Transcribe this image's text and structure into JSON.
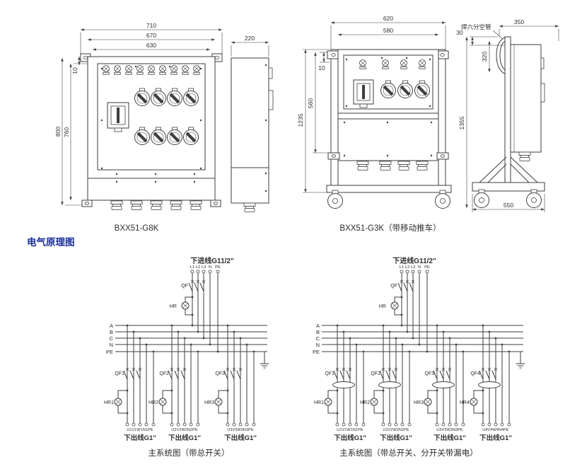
{
  "section_title": "电气原理图",
  "g8k": {
    "label": "BXX51-G8K",
    "dim_710": "710",
    "dim_670": "670",
    "dim_630": "630",
    "dim_800": "800",
    "dim_760": "760",
    "dim_10": "10",
    "dim_220": "220"
  },
  "g3k": {
    "label": "BXX51-G3K（带移动推车）",
    "note": "焊六分空管",
    "dim_620": "620",
    "dim_580": "580",
    "dim_10": "10",
    "dim_560": "560",
    "dim_1235": "1235",
    "dim_30": "30",
    "dim_350": "350",
    "dim_320": "320",
    "dim_1355": "1355",
    "dim_550": "550"
  },
  "sch_left": {
    "inlet": "下进线G11/2\"",
    "t1": "L1",
    "t2": "L2",
    "t3": "L3",
    "t4": "N",
    "t5": "PE",
    "qf": "QF",
    "hr": "HR",
    "bus_a": "A",
    "bus_b": "B",
    "bus_c": "C",
    "bus_n": "N",
    "bus_pe": "PE",
    "branches": [
      {
        "qf": "QF1",
        "hr": "HR1",
        "terms": "U1V1W1N1PE",
        "outlet": "下出线G1″"
      },
      {
        "qf": "QF2",
        "hr": "HR2",
        "terms": "U2V2W2N2PE",
        "outlet": "下出线G1″"
      },
      {
        "qf": "QF3",
        "hr": "HR3",
        "terms": "U3V3W3N3PE",
        "outlet": "下出线G1″"
      }
    ],
    "caption": "主系统图（带总开关）"
  },
  "sch_right": {
    "inlet": "下进线G11/2\"",
    "t1": "L1",
    "t2": "L2",
    "t3": "L3",
    "t4": "N",
    "t5": "PE",
    "qf": "QF",
    "hr": "HR",
    "bus_a": "A",
    "bus_b": "B",
    "bus_c": "C",
    "bus_n": "N",
    "bus_pe": "PE",
    "branches": [
      {
        "qf": "QF1",
        "hr": "HR1",
        "terms": "U1V1W1N1PE",
        "outlet": "下出线G1″"
      },
      {
        "qf": "QF2",
        "hr": "HR2",
        "terms": "U2V2W2N2PE",
        "outlet": "下出线G1″"
      },
      {
        "qf": "QF3",
        "hr": "HR3",
        "terms": "U3V3W3N3PE",
        "outlet": "下出线G1″"
      },
      {
        "qf": "QF4",
        "hr": "HR4",
        "terms": "U4V4W4N4PE",
        "outlet": "下出线G1″"
      }
    ],
    "caption": "主系统图（带总开关、分开关带漏电）"
  }
}
